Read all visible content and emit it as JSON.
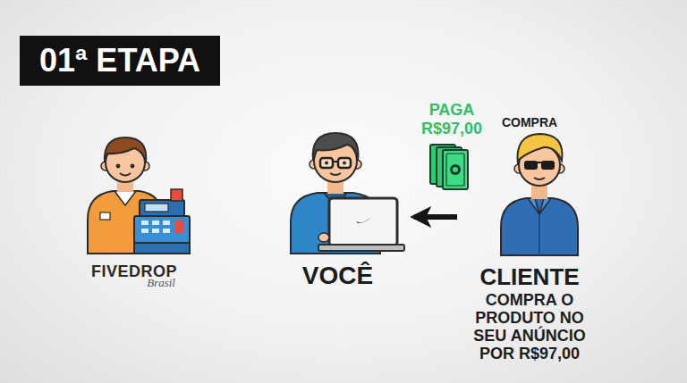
{
  "diagram": {
    "title": "01ª ETAPA",
    "nodes": [
      {
        "text": [
          "FIVEDROP",
          "Brasil"
        ]
      },
      {
        "text": [
          "VOCÊ"
        ]
      },
      {
        "text": [
          "COMPRA",
          "CLIENTE",
          "COMPRA O PRODUTO NO SEU ANÚNCIO POR R$97,00"
        ]
      }
    ],
    "edges": [
      {
        "from": 2,
        "to": 1,
        "arrow": "to",
        "label": "PAGA R$97,00"
      }
    ]
  }
}
